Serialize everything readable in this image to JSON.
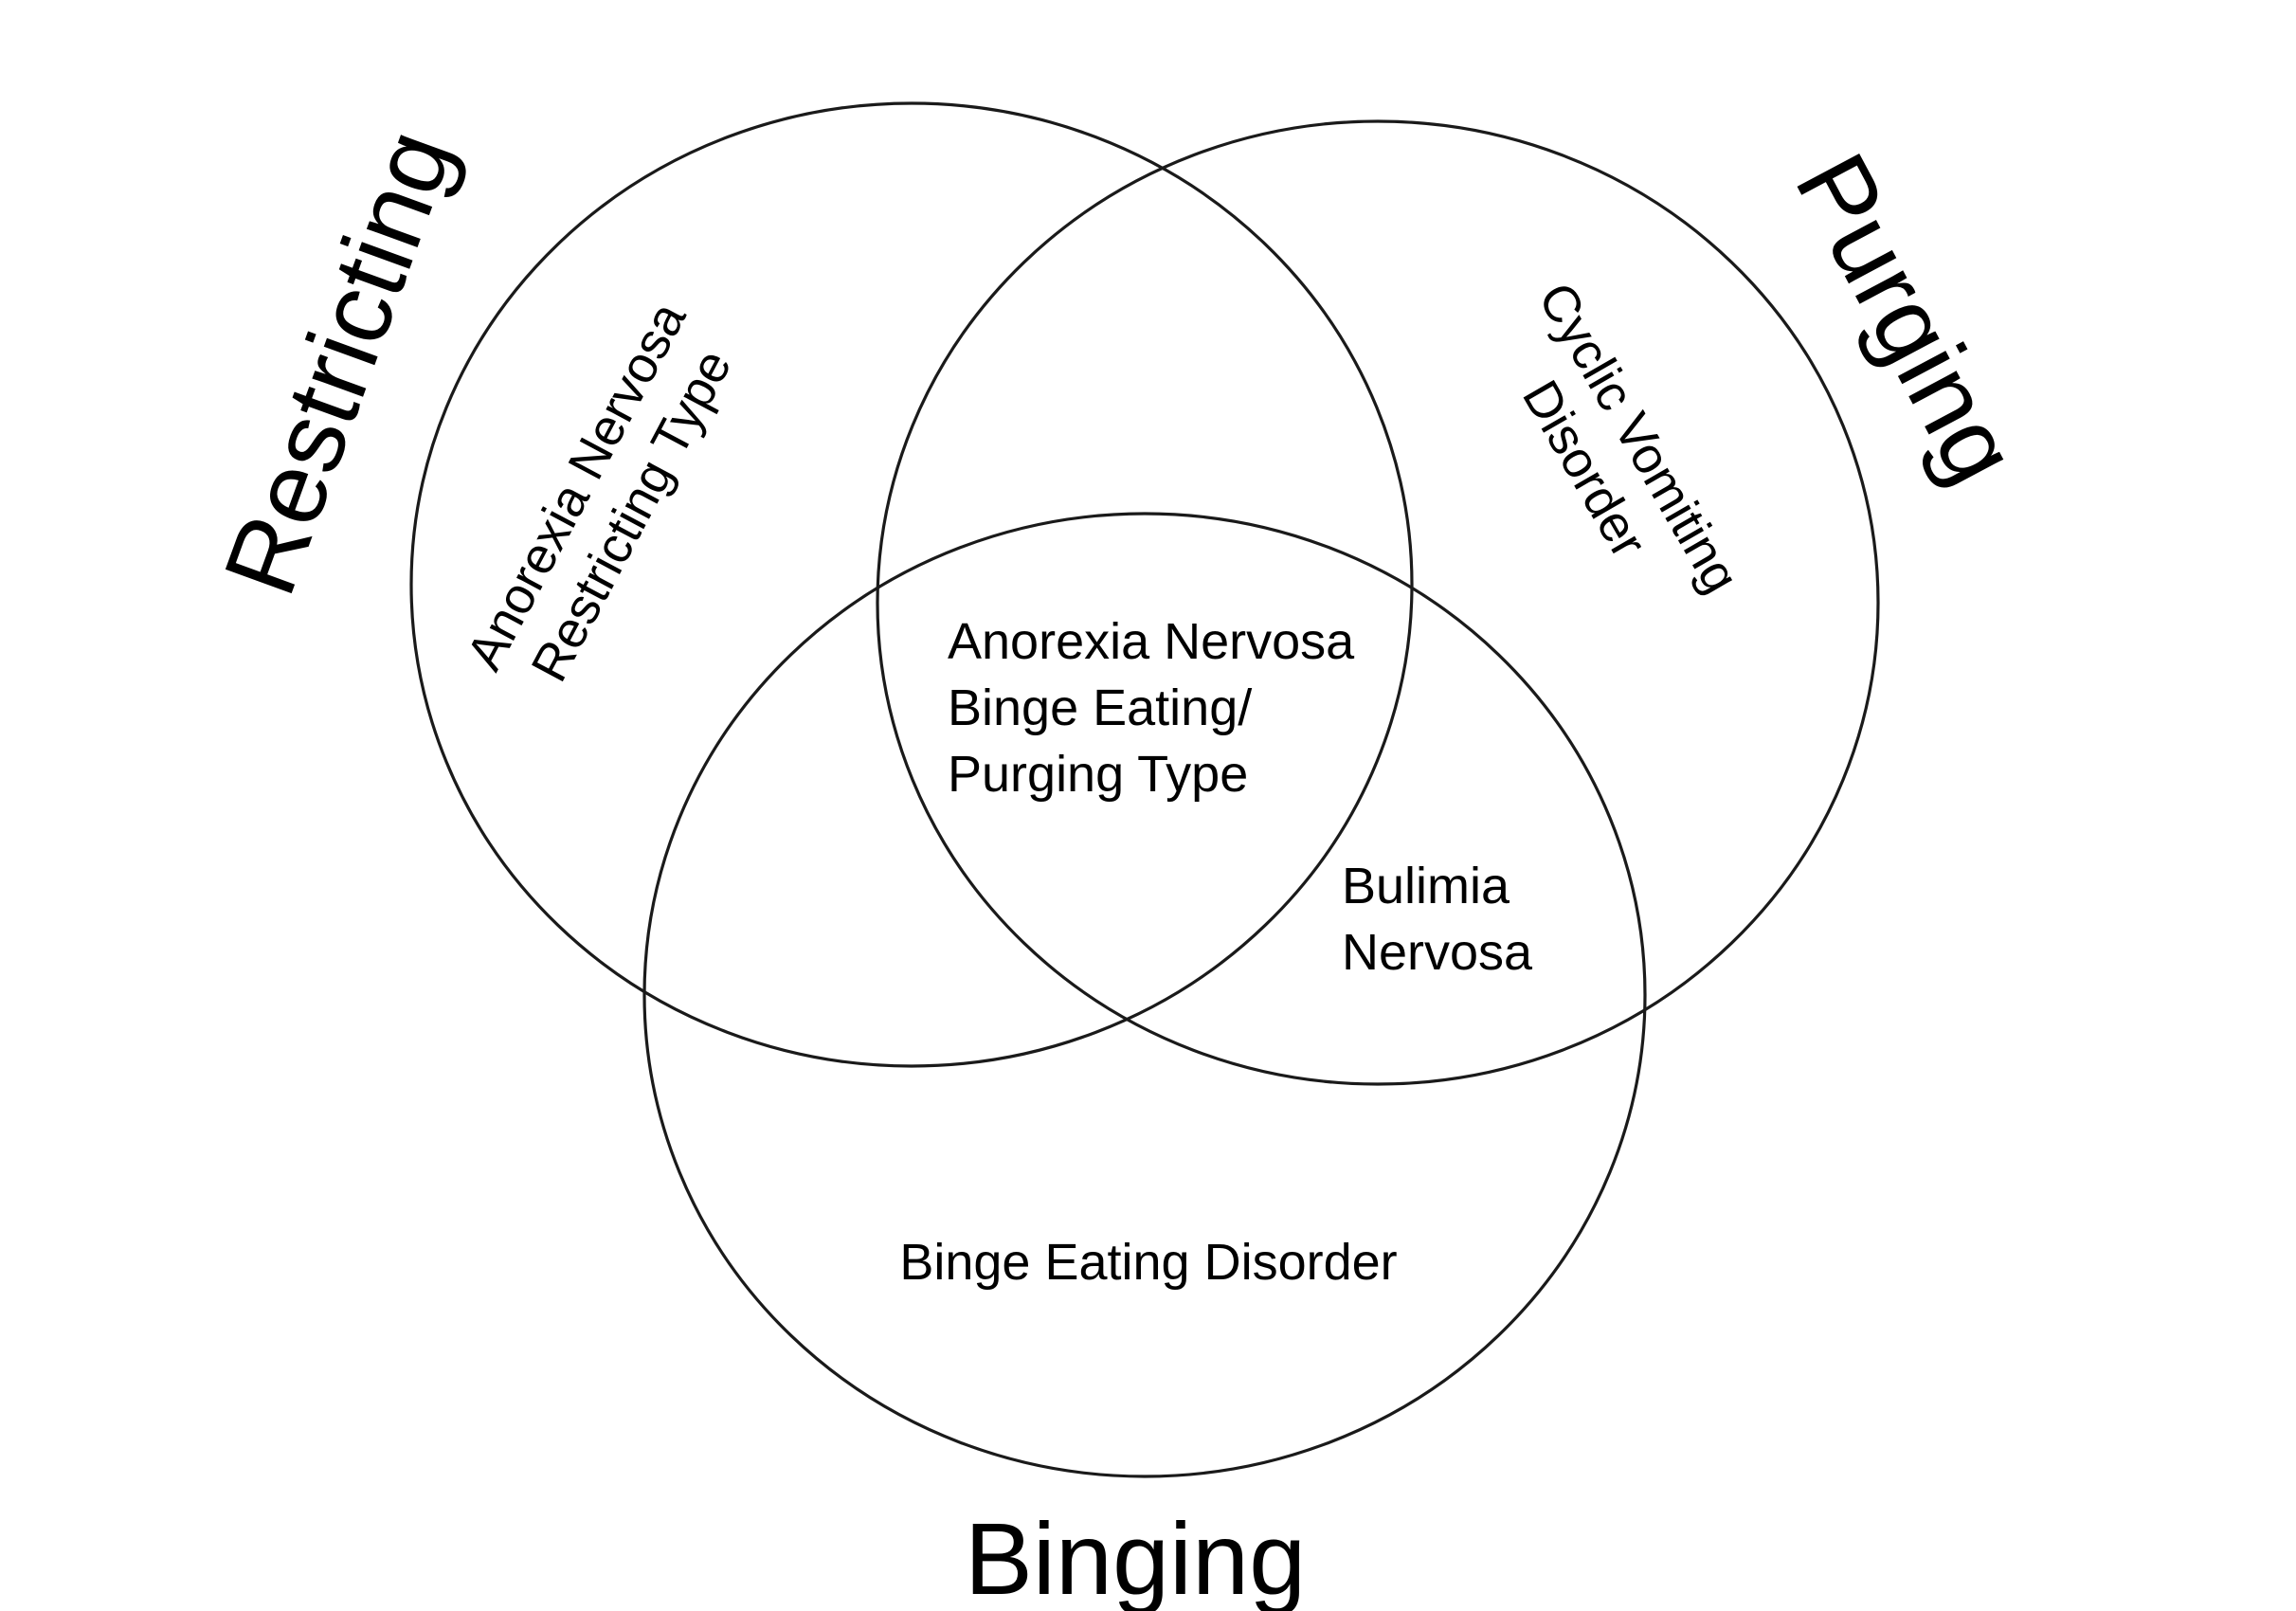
{
  "sets": {
    "restricting": "Restricting",
    "purging": "Purging",
    "binging": "Binging"
  },
  "regions": {
    "restricting_only": [
      "Anorexia Nervosa",
      "Restricting Type"
    ],
    "purging_only": [
      "Cyclic Vomiting",
      "Disorder"
    ],
    "all_three": [
      "Anorexia Nervosa",
      "Binge Eating/",
      "Purging Type"
    ],
    "purging_binging": [
      "Bulimia",
      "Nervosa"
    ],
    "binging_only": [
      "Binge Eating Disorder"
    ]
  },
  "colors": {
    "outline": "#1a1a1a",
    "text": "#000000",
    "background": "#ffffff"
  }
}
